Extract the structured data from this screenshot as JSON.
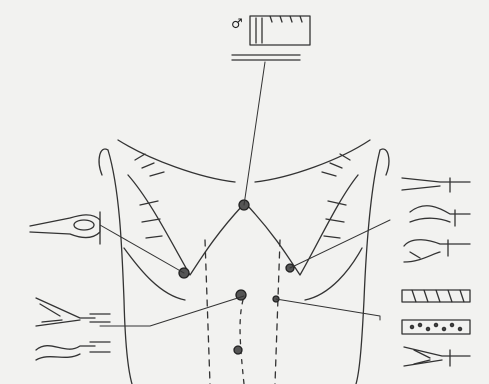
{
  "figure": {
    "male_symbol": "♂",
    "trocar_count": 6,
    "instrument_groups": [
      {
        "position": "top",
        "instruments": [
          "camera-port"
        ]
      },
      {
        "position": "upper-left",
        "instruments": [
          "fenestrated-grasper"
        ]
      },
      {
        "position": "lower-left",
        "instruments": [
          "dissecting-forceps",
          "curved-forceps"
        ]
      },
      {
        "position": "upper-right",
        "instruments": [
          "duckbill-grasper",
          "curved-grasper",
          "hook-grasper"
        ]
      },
      {
        "position": "lower-right",
        "instruments": [
          "spiral-tube",
          "perforated-tube",
          "open-jaw-forceps"
        ]
      }
    ]
  }
}
